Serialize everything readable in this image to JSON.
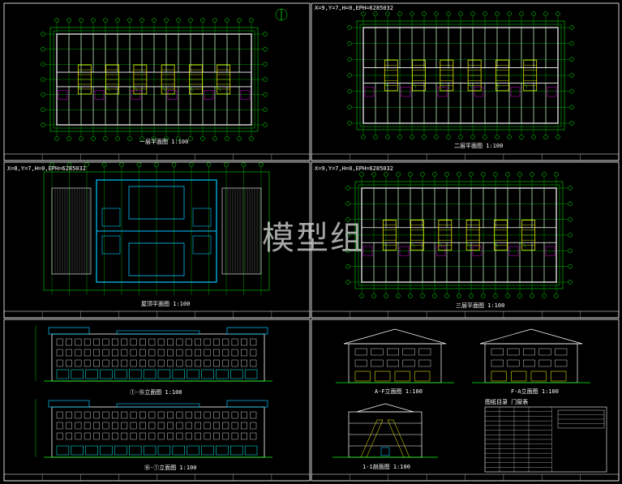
{
  "watermark": "模型组",
  "colors": {
    "background": "#000000",
    "frame": "#ffffff",
    "grid_axis": "#00ff00",
    "wall": "#ffffff",
    "dimension": "#00ff00",
    "stair": "#ffff00",
    "roof_glass": "#00c8ff",
    "window": "#00ffff",
    "accent": "#ff00ff"
  },
  "sheets": {
    "plan1": {
      "title": "一层平面图 1:100"
    },
    "plan2": {
      "title": "二层平面图 1:100",
      "coords": "X=9,Y=7,H=0,EPH=6285032"
    },
    "roof": {
      "title": "屋顶平面图 1:100",
      "coords": "X=8,Y=7,H=0,EPH=6285032"
    },
    "plan3": {
      "title": "三层平面图 1:100",
      "coords": "X=9,Y=7,H=0,EPH=6285032"
    },
    "elev_front": {
      "title": "①-⑯立面图 1:100"
    },
    "elev_back": {
      "title": "⑯-①立面图 1:100"
    },
    "elev_side1": {
      "title": "A-F立面图 1:100"
    },
    "elev_side2": {
      "title": "F-A立面图 1:100"
    },
    "section": {
      "title": "1-1剖面图 1:100"
    },
    "table": {
      "title": "图纸目录 门窗表"
    }
  }
}
